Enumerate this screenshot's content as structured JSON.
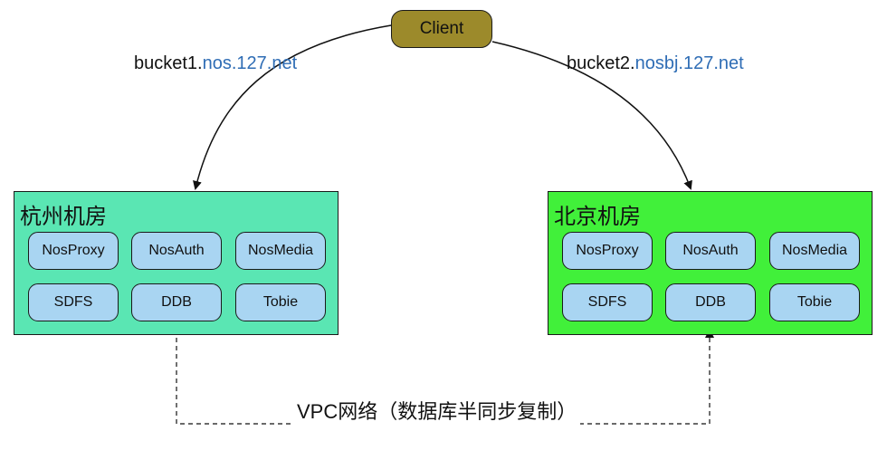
{
  "client": {
    "label": "Client"
  },
  "edges": {
    "left": {
      "prefix": "bucket1.",
      "host": "nos.127.net"
    },
    "right": {
      "prefix": "bucket2.",
      "host": "nosbj.127.net"
    }
  },
  "datacenters": [
    {
      "id": "hangzhou",
      "title": "杭州机房",
      "color": "#5ae6b3",
      "services": [
        "NosProxy",
        "NosAuth",
        "NosMedia",
        "SDFS",
        "DDB",
        "Tobie"
      ]
    },
    {
      "id": "beijing",
      "title": "北京机房",
      "color": "#41f03a",
      "services": [
        "NosProxy",
        "NosAuth",
        "NosMedia",
        "SDFS",
        "DDB",
        "Tobie"
      ]
    }
  ],
  "replication": {
    "label": "VPC网络（数据库半同步复制）"
  },
  "colors": {
    "client_fill": "#9c8a2b",
    "service_fill": "#a9d5f2",
    "link_host": "#2f6db5"
  }
}
